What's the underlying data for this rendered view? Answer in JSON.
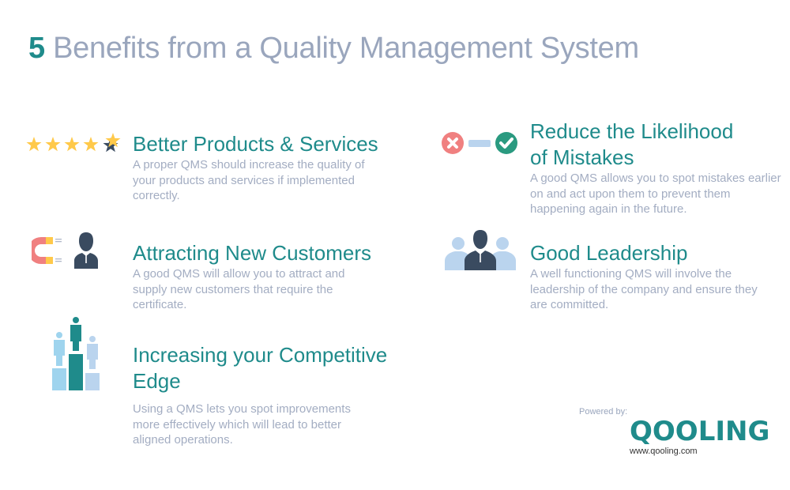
{
  "header": {
    "number": "5",
    "title": "Benefits from a Quality Management System"
  },
  "benefits": [
    {
      "title": "Better Products & Services",
      "description": "A proper QMS should increase the quality of your products and services if implemented correctly.",
      "icon": "star-rating-icon"
    },
    {
      "title_line1": "Reduce the Likelihood",
      "title_line2": "of Mistakes",
      "description": "A good QMS allows you to spot mistakes earlier on and act upon them to prevent them happening again in the future.",
      "icon": "error-to-check-icon"
    },
    {
      "title": "Attracting New Customers",
      "description": "A good QMS will allow you to attract and supply new customers that require the certificate.",
      "icon": "magnet-customer-icon"
    },
    {
      "title": "Good Leadership",
      "description": "A well functioning QMS will involve the leadership of the company and ensure they are committed.",
      "icon": "leader-team-icon"
    },
    {
      "title_line1": "Increasing your Competitive",
      "title_line2": "Edge",
      "description": "Using a QMS lets you spot improvements more effectively which will lead to better aligned operations.",
      "icon": "podium-icon"
    }
  ],
  "footer": {
    "powered_by": "Powered by:",
    "logo": "QOOLING",
    "url": "www.qooling.com"
  },
  "colors": {
    "accent": "#1f8b8b",
    "title_gray": "#9aa6bd",
    "body_gray": "#a3adc2",
    "star_yellow": "#ffc94a",
    "dark_navy": "#3a4b60",
    "error_red": "#f08080",
    "success_green": "#2a9a80",
    "light_blue": "#bad4ee",
    "sky_blue": "#9fd4ee"
  }
}
